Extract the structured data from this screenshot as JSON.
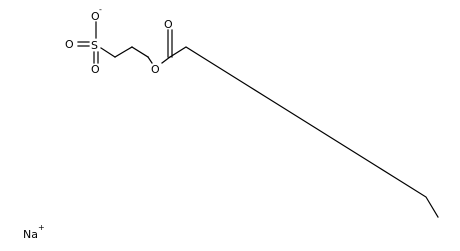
{
  "structure": {
    "atoms": {
      "sulfur": "S",
      "sulfonate_oxygen_top": "O",
      "sulfonate_oxygen_left": "O",
      "sulfonate_oxygen_bottom": "O",
      "ester_oxygen": "O",
      "carbonyl_oxygen": "O",
      "sodium": "Na"
    },
    "charges": {
      "sulfonate_oxygen_top": "-",
      "sodium": "+"
    }
  }
}
